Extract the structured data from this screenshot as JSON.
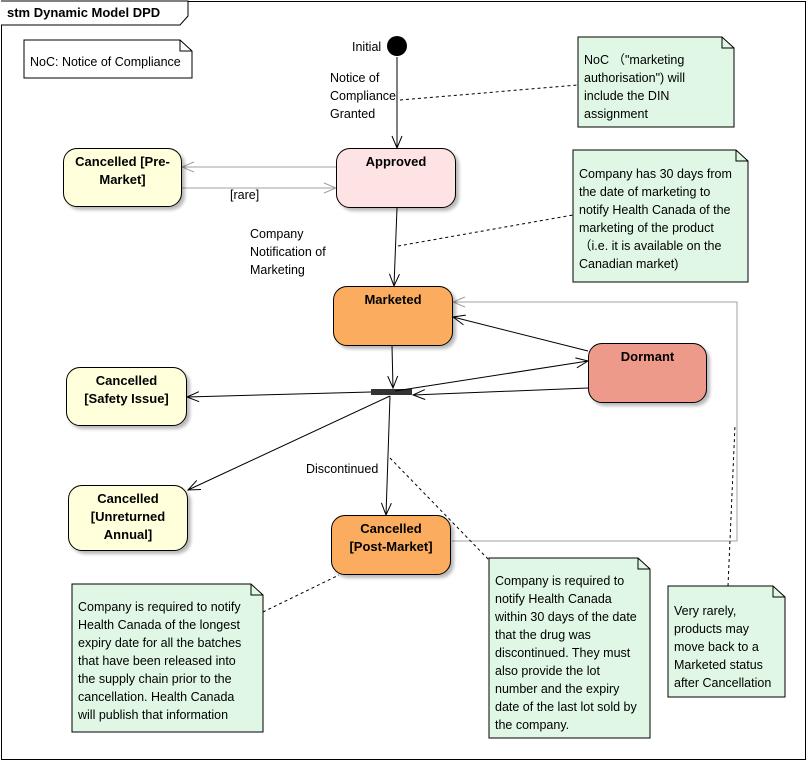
{
  "diagram": {
    "title": "stm Dynamic Model DPD",
    "colors": {
      "note_fill": "#dff7e4",
      "legend_fill": "#ffffff",
      "approved_fill": "#fde3e3",
      "marketed_fill": "#fbac5e",
      "dormant_fill": "#ee9a8a",
      "cancelled_fill": "#ffffdc",
      "line": "#000000",
      "grey_line": "#a0a0a0"
    },
    "legend": "NoC: Notice of Compliance",
    "initial_label": "Initial",
    "states": {
      "approved": "Approved",
      "marketed": "Marketed",
      "dormant": "Dormant",
      "cancelled_pre_market": "Cancelled [Pre-\nMarket]",
      "cancelled_safety": "Cancelled\n[Safety Issue]",
      "cancelled_unreturned": "Cancelled\n[Unreturned\nAnnual]",
      "cancelled_post_market": "Cancelled\n[Post-Market]"
    },
    "transitions": {
      "noc_granted": "Notice of\nCompliance\nGranted",
      "rare": "[rare]",
      "company_notification": "Company\nNotification of\nMarketing",
      "discontinued": "Discontinued"
    },
    "notes": {
      "noc_din": "NoC （\"marketing\nauthorisation\")   will\ninclude the DIN\nassignment",
      "thirty_days": "Company has 30 days from\nthe date of marketing to\nnotify Health Canada of the\nmarketing of the product\n（i.e. it is available on the\nCanadian market)",
      "longest_expiry": "Company is required to notify\nHealth Canada of the longest\nexpiry date for all the batches\nthat have been released into\nthe supply chain prior to the\ncancellation.  Health Canada\nwill publish that information",
      "discontinued_note": "Company is required to\nnotify Health Canada\nwithin 30 days of the date\nthat the drug was\ndiscontinued.  They must\nalso provide the lot\nnumber and the expiry\ndate of the last lot sold by\nthe company.",
      "rarely": "Very rarely,\nproducts may\nmove back to a\nMarketed status\nafter Cancellation"
    }
  }
}
